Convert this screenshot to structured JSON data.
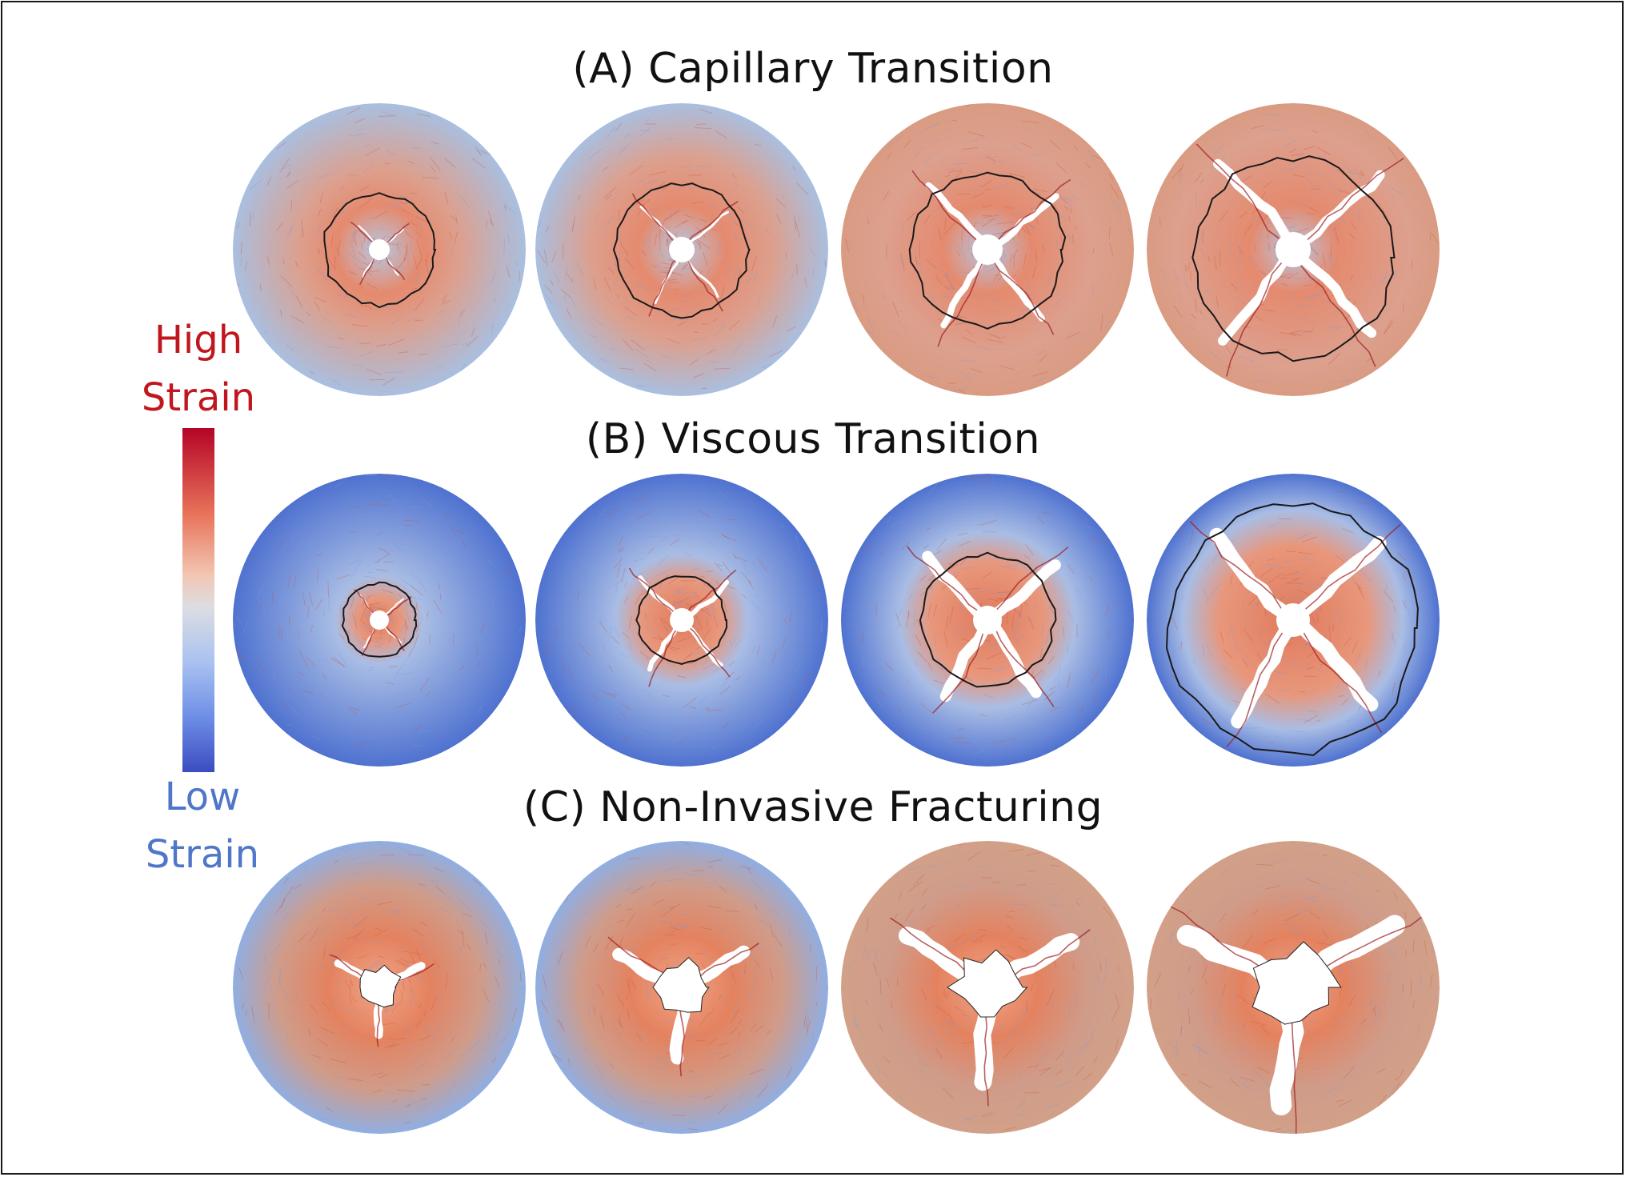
{
  "figure": {
    "rows": [
      {
        "title": "(A) Capillary Transition",
        "key": "capillary"
      },
      {
        "title": "(B) Viscous Transition",
        "key": "viscous"
      },
      {
        "title": "(C) Non-Invasive Fracturing",
        "key": "noninvasive"
      }
    ],
    "legend": {
      "high_line1": "High",
      "high_line2": "Strain",
      "low_line1": "Low",
      "low_line2": "Strain",
      "high_color": "#b40426",
      "low_color": "#3b4cc0"
    }
  }
}
